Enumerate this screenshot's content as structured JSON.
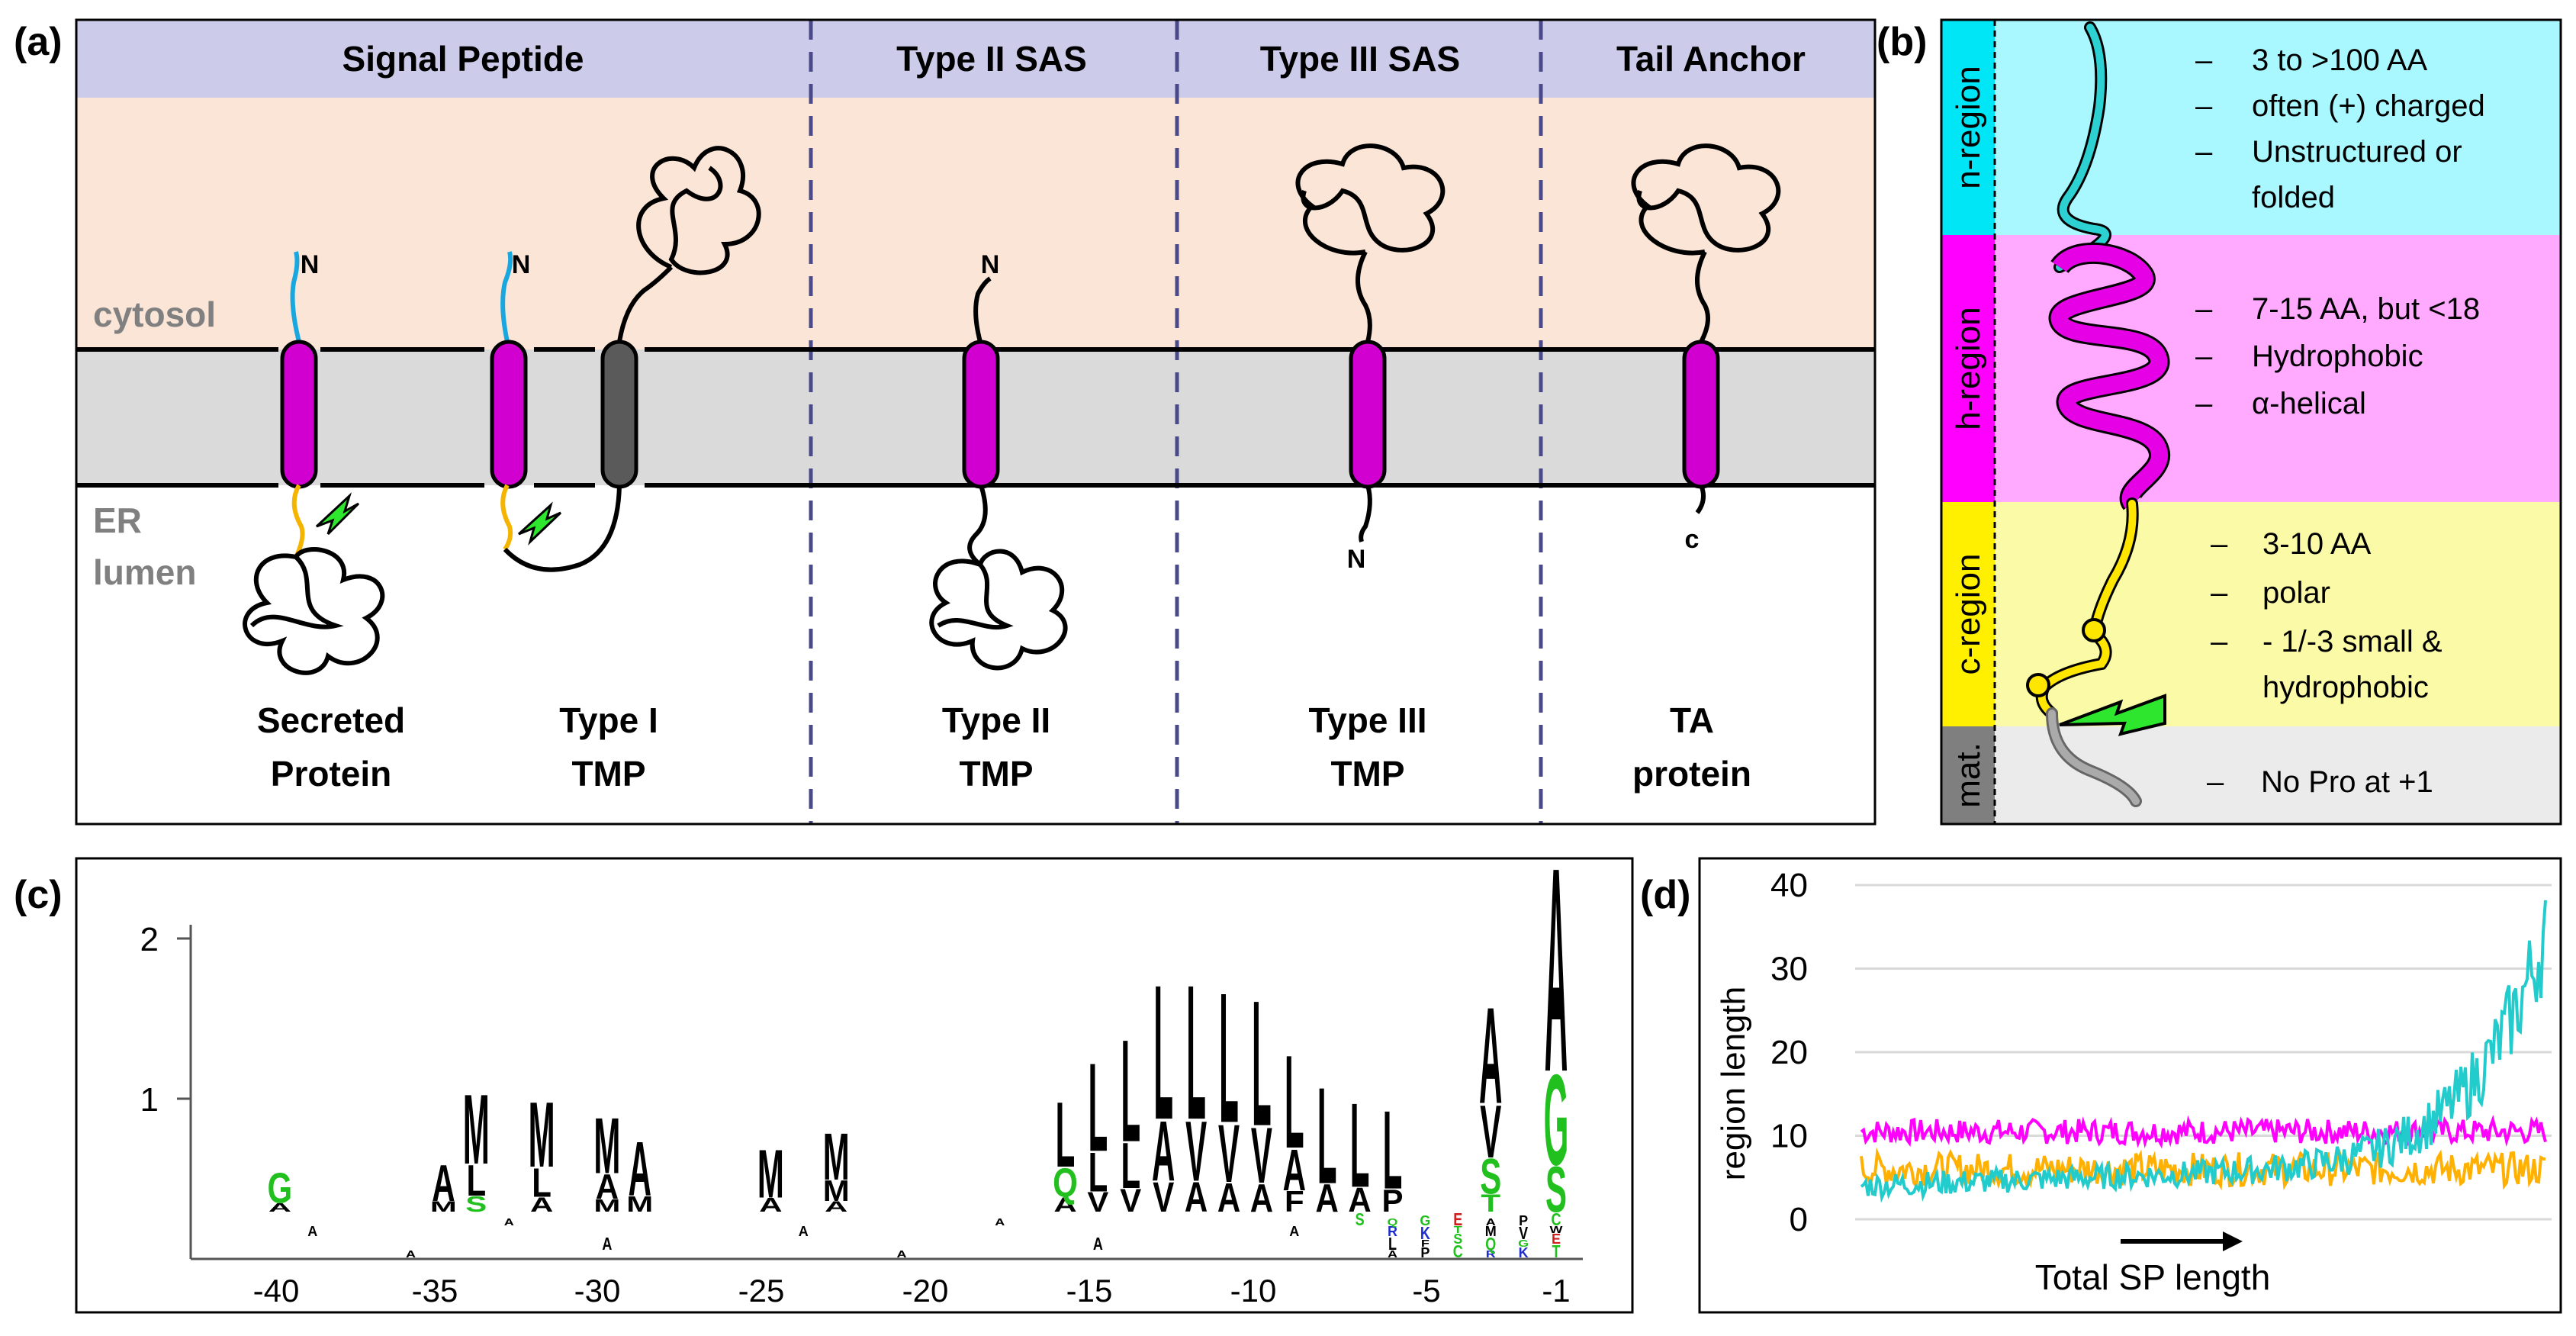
{
  "panel_a": {
    "label": "(a)",
    "headers": [
      "Signal Peptide",
      "Type II SAS",
      "Type III SAS",
      "Tail Anchor"
    ],
    "cytosol": "cytosol",
    "lumen_line1": "ER",
    "lumen_line2": "lumen",
    "proteins": [
      {
        "line1": "Secreted",
        "line2": "Protein"
      },
      {
        "line1": "Type I",
        "line2": "TMP"
      },
      {
        "line1": "Type II",
        "line2": "TMP"
      },
      {
        "line1": "Type III",
        "line2": "TMP"
      },
      {
        "line1": "TA",
        "line2": "protein"
      }
    ],
    "terminus_n": "N",
    "terminus_c": "c",
    "colors": {
      "header": "#cccbea",
      "cytosol": "#fbe5d7",
      "membrane": "#dadada",
      "tm_helix": "#d100d1",
      "tm_other": "#5a5a5a",
      "n_region": "#19a7e0",
      "c_region": "#f5b400",
      "cleavage": "#2ee62e"
    }
  },
  "panel_b": {
    "label": "(b)",
    "regions": [
      {
        "name": "n-region",
        "color": "#aaf8ff",
        "bullets": [
          "3 to >100 AA",
          "often (+) charged",
          "Unstructured or",
          "folded"
        ],
        "dash_on": [
          true,
          true,
          true,
          false
        ]
      },
      {
        "name": "h-region",
        "color": "#ffaaff",
        "bullets": [
          "7-15 AA, but <18",
          "Hydrophobic",
          "α-helical"
        ],
        "dash_on": [
          true,
          true,
          true
        ]
      },
      {
        "name": "c-region",
        "color": "#fbfaa7",
        "bullets": [
          "3-10 AA",
          "polar",
          "- 1/-3 small &",
          "hydrophobic"
        ],
        "dash_on": [
          true,
          true,
          true,
          false
        ]
      },
      {
        "name": "mat.",
        "color": "#ebebeb",
        "bullets": [
          "No Pro at +1"
        ],
        "dash_on": [
          true
        ]
      }
    ],
    "dash": "–"
  },
  "panel_c": {
    "label": "(c)",
    "y_ticks": [
      "2",
      "1"
    ],
    "x_ticks": [
      "-40",
      "-35",
      "-30",
      "-25",
      "-20",
      "-15",
      "-10",
      "-5",
      "-1"
    ],
    "logo_top_letters": [
      {
        "pos": -40,
        "letters": [
          "G",
          "A"
        ]
      },
      {
        "pos": -35,
        "letters": [
          "A",
          "M"
        ]
      },
      {
        "pos": -34,
        "letters": [
          "M",
          "L",
          "S"
        ]
      },
      {
        "pos": -32,
        "letters": [
          "M",
          "L",
          "A"
        ]
      },
      {
        "pos": -30,
        "letters": [
          "M",
          "A",
          "M"
        ]
      },
      {
        "pos": -29,
        "letters": [
          "A",
          "M"
        ]
      },
      {
        "pos": -25,
        "letters": [
          "M",
          "A"
        ]
      },
      {
        "pos": -23,
        "letters": [
          "M",
          "M",
          "A"
        ]
      },
      {
        "pos": -16,
        "letters": [
          "L",
          "Q",
          "A"
        ]
      },
      {
        "pos": -15,
        "letters": [
          "L",
          "L",
          "V"
        ]
      },
      {
        "pos": -14,
        "letters": [
          "L",
          "L",
          "V"
        ]
      },
      {
        "pos": -13,
        "letters": [
          "L",
          "A",
          "V"
        ]
      },
      {
        "pos": -12,
        "letters": [
          "L",
          "V",
          "A"
        ]
      },
      {
        "pos": -11,
        "letters": [
          "L",
          "V",
          "A"
        ]
      },
      {
        "pos": -10,
        "letters": [
          "L",
          "V",
          "A"
        ]
      },
      {
        "pos": -9,
        "letters": [
          "L",
          "A",
          "F"
        ]
      },
      {
        "pos": -8,
        "letters": [
          "L",
          "A"
        ]
      },
      {
        "pos": -7,
        "letters": [
          "L",
          "A"
        ]
      },
      {
        "pos": -6,
        "letters": [
          "L",
          "P"
        ]
      },
      {
        "pos": -3,
        "letters": [
          "A",
          "V",
          "S",
          "T"
        ]
      },
      {
        "pos": -1,
        "letters": [
          "A",
          "G",
          "S"
        ]
      }
    ],
    "letter_colors": {
      "hydrophobic": "#000000",
      "polar": "#22c01f",
      "basic": "#1f2dcc",
      "acidic": "#d01f1f"
    }
  },
  "chart_data": {
    "type": "line",
    "title": "",
    "xlabel": "Total SP length",
    "ylabel": "region length",
    "ylim": [
      0,
      40
    ],
    "y_ticks": [
      0,
      10,
      20,
      30,
      40
    ],
    "series": [
      {
        "color": "#ff00ff",
        "summary": "h-region length, roughly constant around 10-12 across all SPs"
      },
      {
        "color": "#ffb000",
        "summary": "c-region length, roughly constant around 5-8 across all SPs"
      },
      {
        "color": "#22cccc",
        "summary": "n-region length, ~5 for short SPs rising to ~40 for the longest SPs"
      }
    ]
  },
  "panel_d": {
    "label": "(d)"
  }
}
